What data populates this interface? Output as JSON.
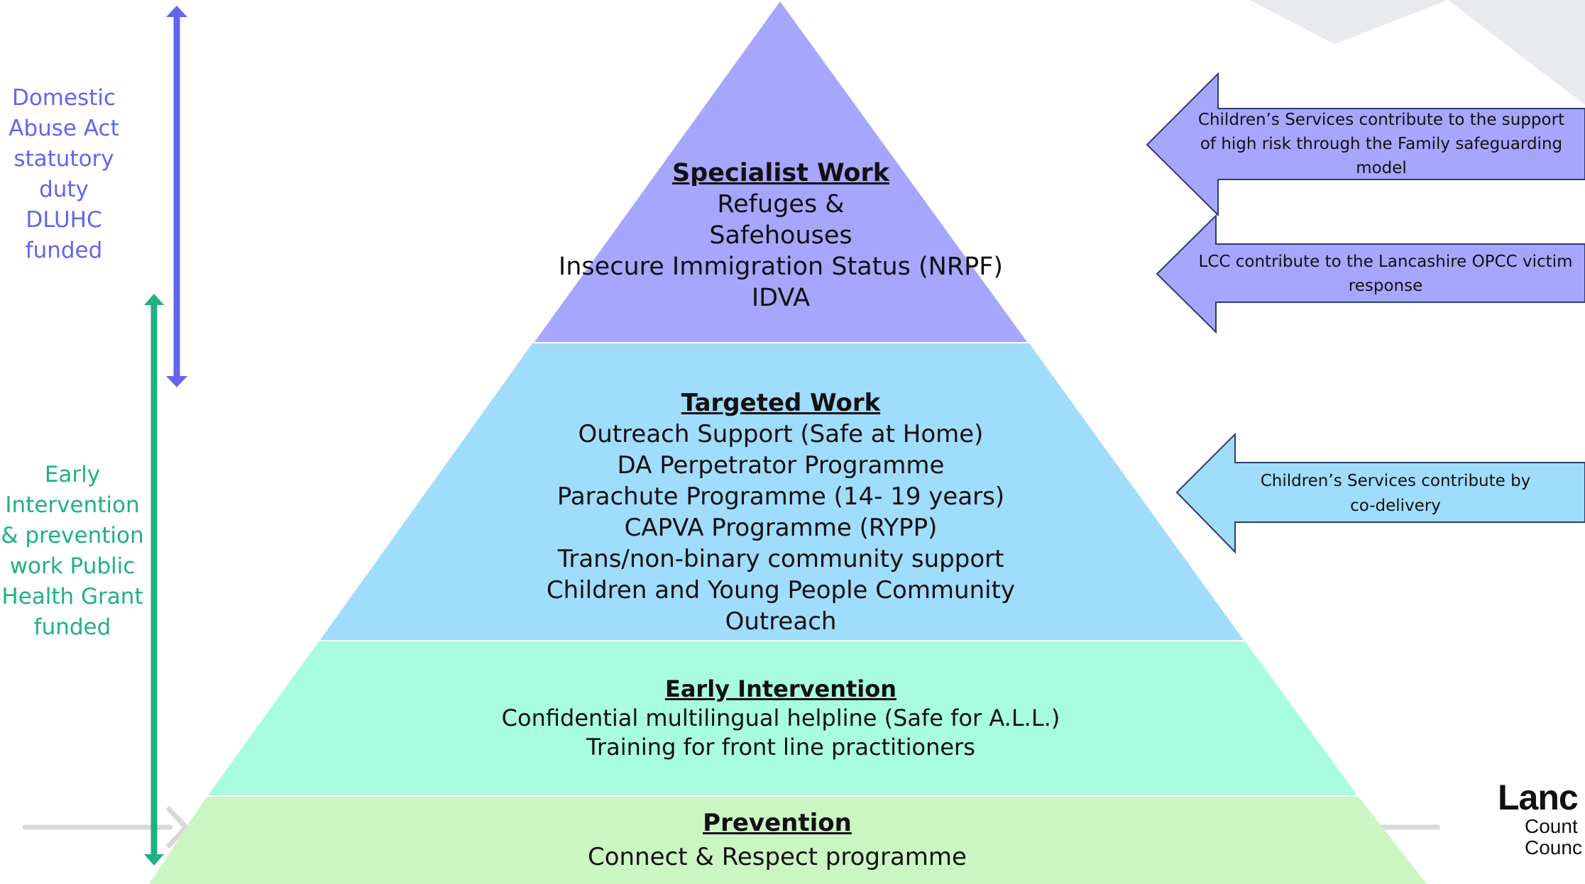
{
  "colors": {
    "specialist": "#a6a6ff",
    "targeted": "#a0dcfc",
    "early": "#a8fce0",
    "prevention": "#ccf5c4",
    "purple_arrow": "#6464ee",
    "green_arrow": "#20b084",
    "callout_purple": "#a6a6ff",
    "callout_blue": "#a0dcfc",
    "callout_border": "#2e3b6e",
    "bg_shape": "#e8eaee",
    "guide_line": "#d8d8d8"
  },
  "side_labels": {
    "statutory": {
      "lines": [
        "Domestic",
        "Abuse Act",
        "statutory",
        "duty",
        "DLUHC",
        "funded"
      ],
      "color": "#6464ee"
    },
    "early_prevention": {
      "lines": [
        "Early",
        "Intervention",
        "& prevention",
        "work Public",
        "Health Grant",
        "funded"
      ],
      "color": "#20b084"
    }
  },
  "pyramid": {
    "specialist": {
      "title": "Specialist Work",
      "lines": [
        "Refuges &",
        "Safehouses",
        "Insecure Immigration Status (NRPF)",
        "IDVA"
      ]
    },
    "targeted": {
      "title": "Targeted Work",
      "lines": [
        "Outreach Support (Safe at Home)",
        "DA Perpetrator Programme",
        "Parachute Programme (14- 19 years)",
        "CAPVA Programme (RYPP)",
        "Trans/non-binary community support",
        "Children and Young People Community Outreach"
      ]
    },
    "early": {
      "title": "Early Intervention",
      "lines": [
        "Confidential multilingual helpline (Safe for A.L.L.)",
        "Training for front line practitioners"
      ]
    },
    "prevention": {
      "title": "Prevention",
      "lines": [
        "Connect & Respect programme"
      ]
    }
  },
  "callouts": {
    "childrens_high_risk": {
      "lines": [
        "Children’s Services contribute to the support",
        "of high risk through the Family safeguarding",
        "model"
      ]
    },
    "lcc_opcc": {
      "lines": [
        "LCC contribute to the Lancashire OPCC victim",
        "response"
      ]
    },
    "childrens_codelivery": {
      "lines": [
        "Children’s Services contribute by",
        "co-delivery"
      ]
    }
  },
  "logo": {
    "name": "Lanc",
    "line2": "Count",
    "line3": "Counc"
  }
}
